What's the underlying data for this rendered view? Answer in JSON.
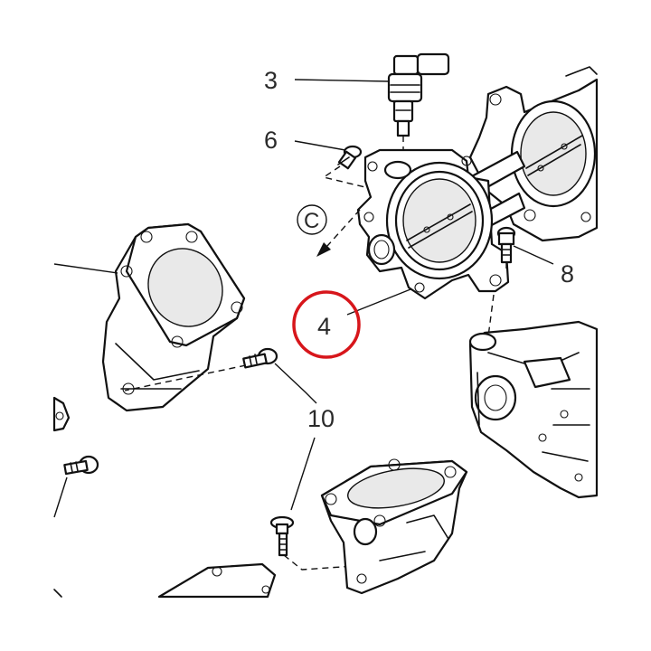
{
  "diagram": {
    "callouts": {
      "c3": "3",
      "c6": "6",
      "c8": "8",
      "c4": "4",
      "c10": "10"
    },
    "circle_letter": "C",
    "highlight_color": "#d7161b",
    "line_color": "#111111"
  }
}
